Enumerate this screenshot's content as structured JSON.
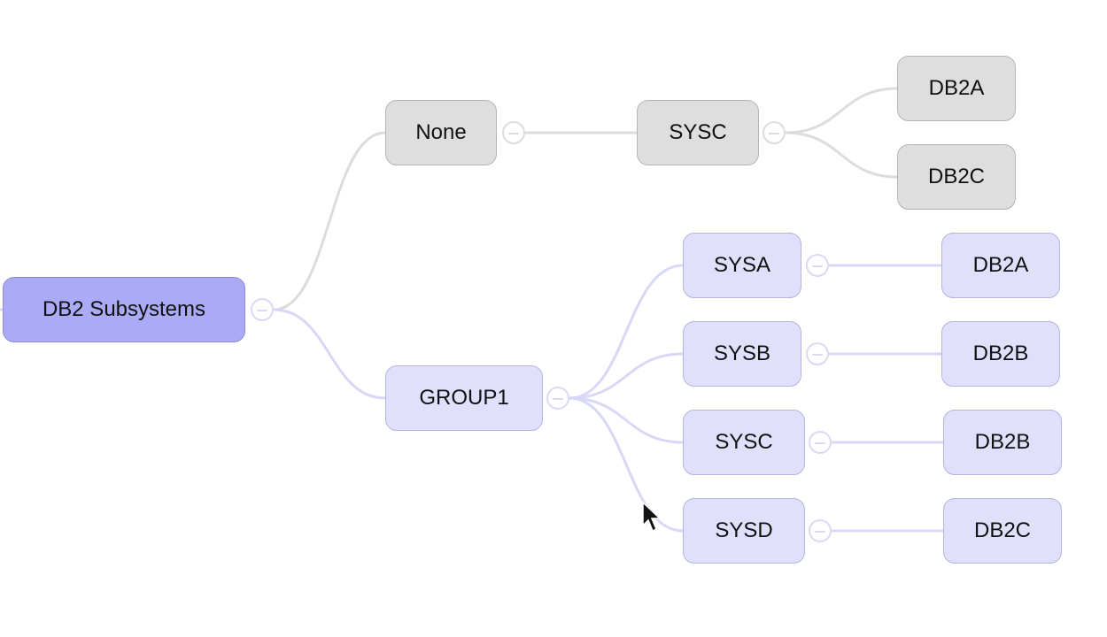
{
  "colors": {
    "root_fill": "#aaaaf6",
    "group_fill": "#e0e0fc",
    "none_fill": "#dedede",
    "link_gray": "#dcdcdc",
    "link_lavender": "#d8d8f6"
  },
  "tree": {
    "root": {
      "label": "DB2 Subsystems"
    },
    "none_branch": {
      "label": "None",
      "system": {
        "label": "SYSC",
        "subsystems": [
          "DB2A",
          "DB2C"
        ]
      }
    },
    "group_branch": {
      "label": "GROUP1",
      "systems": [
        {
          "label": "SYSA",
          "subsystem": "DB2A"
        },
        {
          "label": "SYSB",
          "subsystem": "DB2B"
        },
        {
          "label": "SYSC",
          "subsystem": "DB2B"
        },
        {
          "label": "SYSD",
          "subsystem": "DB2C"
        }
      ]
    }
  },
  "icons": {
    "toggle": "collapse-minus-icon",
    "pointer": "mouse-cursor-icon"
  }
}
